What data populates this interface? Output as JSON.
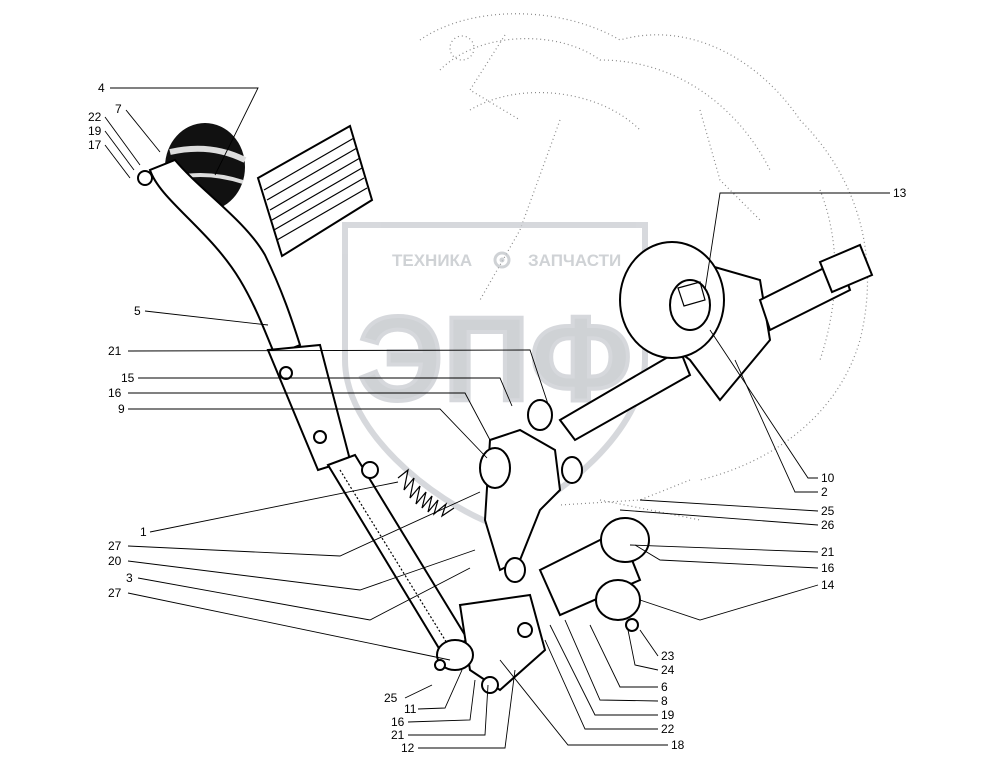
{
  "watermark": {
    "top_text_left": "ТЕХНИКА",
    "top_text_right": "ЗАПЧАСТИ",
    "logo_letters": "ЭПФ",
    "gear_icon": "gear-icon"
  },
  "labels": [
    {
      "id": "4",
      "text": "4"
    },
    {
      "id": "7",
      "text": "7"
    },
    {
      "id": "22a",
      "text": "22"
    },
    {
      "id": "19a",
      "text": "19"
    },
    {
      "id": "17",
      "text": "17"
    },
    {
      "id": "5",
      "text": "5"
    },
    {
      "id": "21a",
      "text": "21"
    },
    {
      "id": "15",
      "text": "15"
    },
    {
      "id": "16a",
      "text": "16"
    },
    {
      "id": "9",
      "text": "9"
    },
    {
      "id": "1",
      "text": "1"
    },
    {
      "id": "27a",
      "text": "27"
    },
    {
      "id": "20",
      "text": "20"
    },
    {
      "id": "3",
      "text": "3"
    },
    {
      "id": "27b",
      "text": "27"
    },
    {
      "id": "25a",
      "text": "25"
    },
    {
      "id": "11",
      "text": "11"
    },
    {
      "id": "16b",
      "text": "16"
    },
    {
      "id": "21b",
      "text": "21"
    },
    {
      "id": "12",
      "text": "12"
    },
    {
      "id": "13",
      "text": "13"
    },
    {
      "id": "10",
      "text": "10"
    },
    {
      "id": "2",
      "text": "2"
    },
    {
      "id": "25b",
      "text": "25"
    },
    {
      "id": "26",
      "text": "26"
    },
    {
      "id": "21c",
      "text": "21"
    },
    {
      "id": "16c",
      "text": "16"
    },
    {
      "id": "14",
      "text": "14"
    },
    {
      "id": "23",
      "text": "23"
    },
    {
      "id": "24",
      "text": "24"
    },
    {
      "id": "6",
      "text": "6"
    },
    {
      "id": "8",
      "text": "8"
    },
    {
      "id": "19b",
      "text": "19"
    },
    {
      "id": "22b",
      "text": "22"
    },
    {
      "id": "18",
      "text": "18"
    }
  ]
}
